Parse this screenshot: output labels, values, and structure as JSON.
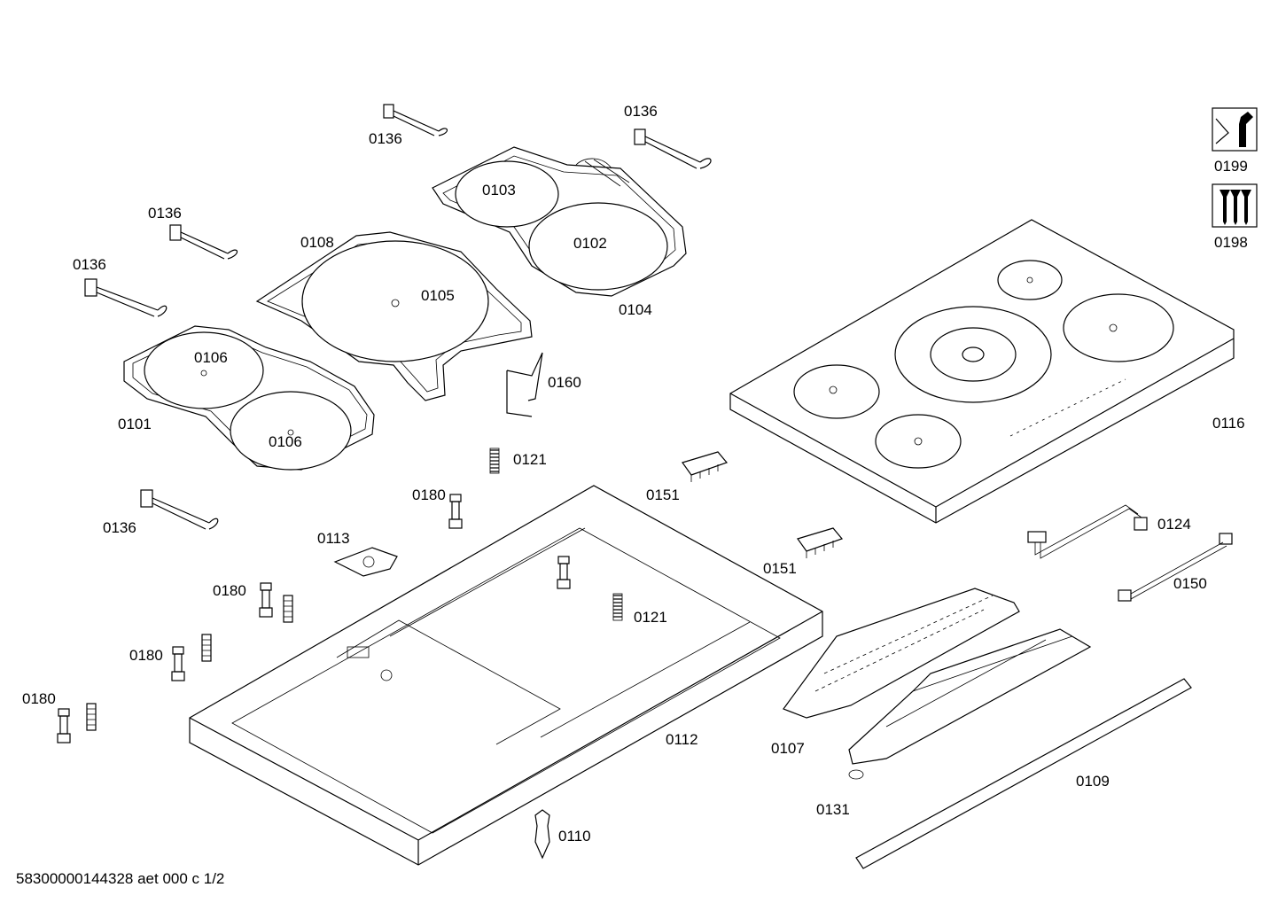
{
  "diagram": {
    "labels": {
      "p0136a": "0136",
      "p0136b": "0136",
      "p0136c": "0136",
      "p0136d": "0136",
      "p0136e": "0136",
      "p0103": "0103",
      "p0102": "0102",
      "p0104": "0104",
      "p0108": "0108",
      "p0105": "0105",
      "p0106a": "0106",
      "p0106b": "0106",
      "p0101": "0101",
      "p0160": "0160",
      "p0121a": "0121",
      "p0121b": "0121",
      "p0180a": "0180",
      "p0180b": "0180",
      "p0180c": "0180",
      "p0180d": "0180",
      "p0113": "0113",
      "p0151a": "0151",
      "p0151b": "0151",
      "p0116": "0116",
      "p0124": "0124",
      "p0150": "0150",
      "p0199": "0199",
      "p0198": "0198",
      "p0112": "0112",
      "p0107": "0107",
      "p0109": "0109",
      "p0131": "0131",
      "p0110": "0110"
    },
    "icons": {
      "service_kit": "wrench-icon",
      "screw_kit": "screws-icon"
    },
    "footer": "58300000144328 aet 000 c 1/2"
  }
}
